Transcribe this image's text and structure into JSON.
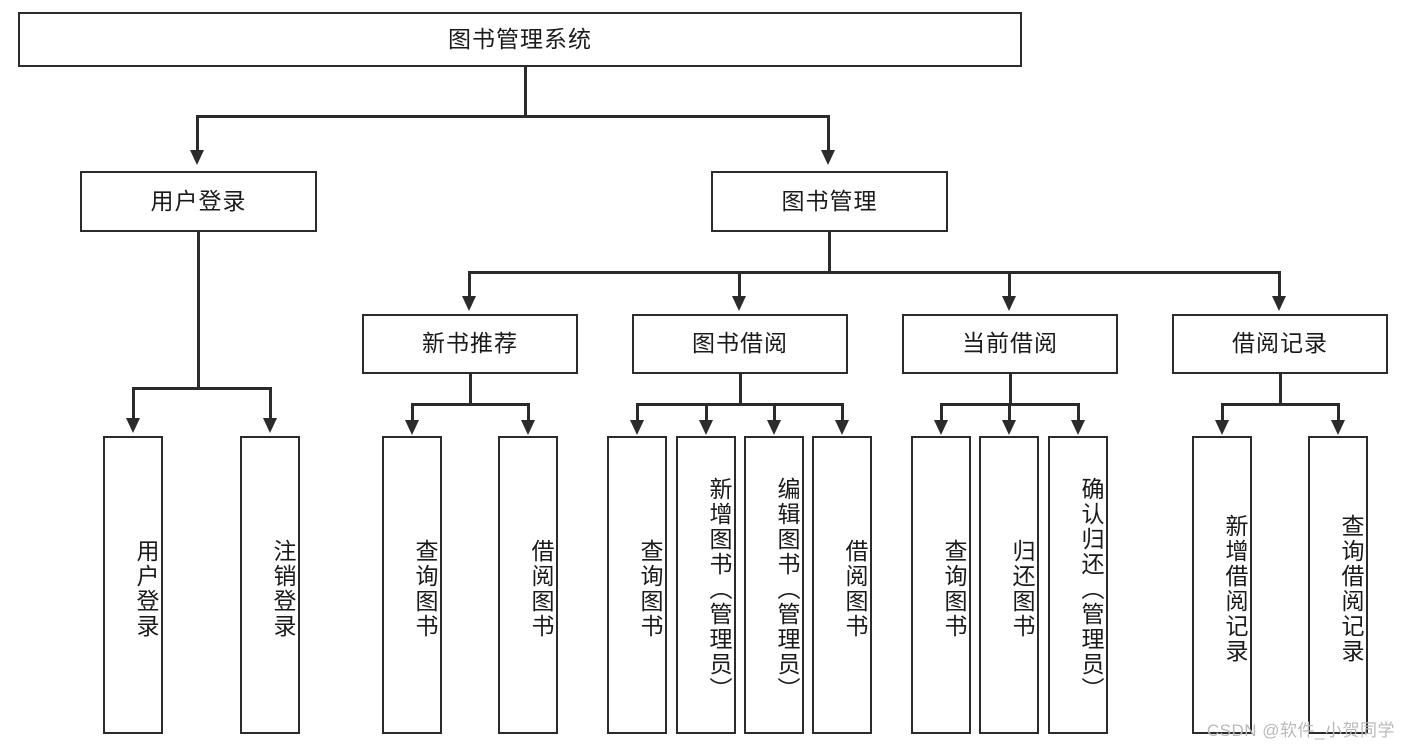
{
  "diagram": {
    "title": "图书管理系统",
    "watermark": "CSDN @软件_小贺同学",
    "colors": {
      "stroke": "#2b2b2b",
      "background": "#ffffff",
      "text": "#1a1a1a",
      "watermark": "#b9b9b9"
    },
    "root": {
      "label": "图书管理系统"
    },
    "level2": [
      {
        "label": "用户登录"
      },
      {
        "label": "图书管理"
      }
    ],
    "level3": [
      {
        "label": "新书推荐"
      },
      {
        "label": "图书借阅"
      },
      {
        "label": "当前借阅"
      },
      {
        "label": "借阅记录"
      }
    ],
    "leaves": {
      "user_login": [
        {
          "label": "用户登录"
        },
        {
          "label": "注销登录"
        }
      ],
      "new_book": [
        {
          "label": "查询图书"
        },
        {
          "label": "借阅图书"
        }
      ],
      "book_borrow": [
        {
          "label": "查询图书"
        },
        {
          "label": "新增图书（管理员）"
        },
        {
          "label": "编辑图书（管理员）"
        },
        {
          "label": "借阅图书"
        }
      ],
      "current_borrow": [
        {
          "label": "查询图书"
        },
        {
          "label": "归还图书"
        },
        {
          "label": "确认归还（管理员）"
        }
      ],
      "borrow_record": [
        {
          "label": "新增借阅记录"
        },
        {
          "label": "查询借阅记录"
        }
      ]
    }
  }
}
